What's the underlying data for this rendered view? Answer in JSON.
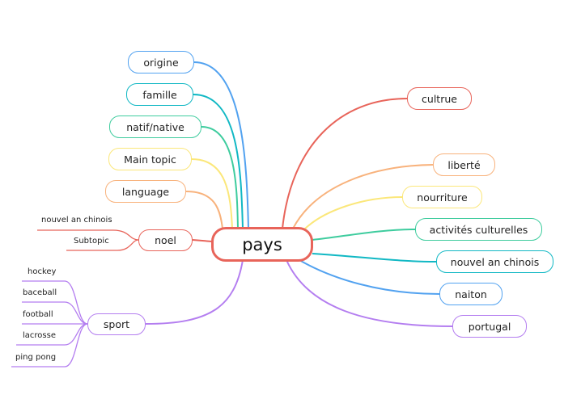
{
  "root": {
    "label": "pays"
  },
  "left_nodes": [
    {
      "label": "origine",
      "color": "#52a2f0"
    },
    {
      "label": "famille",
      "color": "#11b8c4"
    },
    {
      "label": "natif/native",
      "color": "#3ecc9e"
    },
    {
      "label": "Main topic",
      "color": "#fbe77a"
    },
    {
      "label": "language",
      "color": "#f8b27c"
    },
    {
      "label": "noel",
      "color": "#e8645a",
      "subtopics": [
        "nouvel an chinois",
        "Subtopic"
      ]
    },
    {
      "label": "sport",
      "color": "#b47ef0",
      "subtopics": [
        "hockey",
        "baceball",
        "football",
        "lacrosse",
        "ping pong"
      ]
    }
  ],
  "right_nodes": [
    {
      "label": "cultrue",
      "color": "#e8645a"
    },
    {
      "label": "liberté",
      "color": "#f8b27c"
    },
    {
      "label": "nourriture",
      "color": "#fbe77a"
    },
    {
      "label": "activités culturelles",
      "color": "#3ecc9e"
    },
    {
      "label": "nouvel an chinois",
      "color": "#11b8c4"
    },
    {
      "label": "naiton",
      "color": "#52a2f0"
    },
    {
      "label": "portugal",
      "color": "#b47ef0"
    }
  ]
}
